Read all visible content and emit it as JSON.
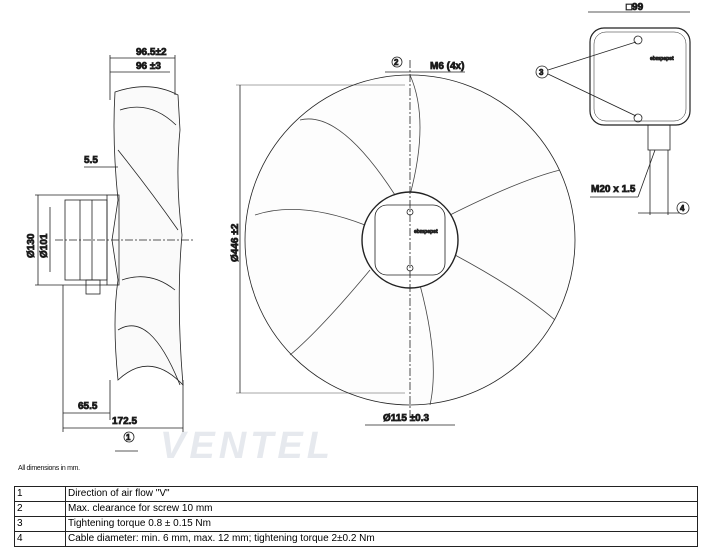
{
  "side_view": {
    "dim_overall_outer": "96.5±2",
    "dim_overall_inner": "96 ±3",
    "dim_flange": "5.5",
    "dim_d130": "Ø130",
    "dim_d101": "Ø101",
    "dim_motor": "65.5",
    "dim_total": "172.5",
    "marker_1": "1"
  },
  "front_view": {
    "marker_2": "2",
    "screw_label": "M6 (4x)",
    "dim_diameter": "Ø446 ±2",
    "dim_hub": "Ø115 ±0.3",
    "brand_label": "ebmpapst"
  },
  "terminal_box": {
    "dim_square": "□99",
    "marker_3": "3",
    "gland_label": "M20 x 1.5",
    "marker_4": "4",
    "brand_label": "ebmpapst"
  },
  "watermark": "VENTEL",
  "note": "All dimensions in mm.",
  "legend": [
    {
      "num": "1",
      "text": "Direction of air flow \"V\""
    },
    {
      "num": "2",
      "text": "Max. clearance for screw 10 mm"
    },
    {
      "num": "3",
      "text": "Tightening torque 0.8 ± 0.15 Nm"
    },
    {
      "num": "4",
      "text": "Cable diameter: min. 6 mm, max. 12 mm; tightening torque 2±0.2 Nm"
    }
  ]
}
